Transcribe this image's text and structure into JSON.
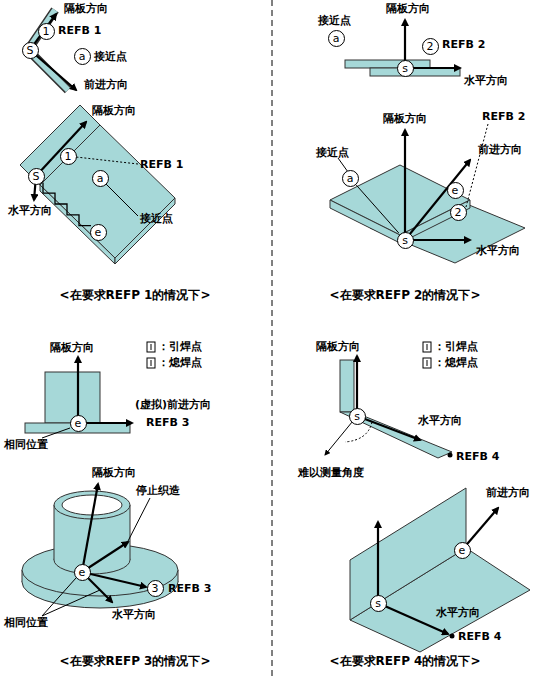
{
  "diagram": {
    "nodes": [
      {
        "text": [
          "S"
        ]
      },
      {
        "text": [
          "1"
        ]
      },
      {
        "text": [
          "a"
        ]
      },
      {
        "text": [
          "S"
        ]
      },
      {
        "text": [
          "1"
        ]
      },
      {
        "text": [
          "a"
        ]
      },
      {
        "text": [
          "e"
        ]
      },
      {
        "text": [
          "a"
        ]
      },
      {
        "text": [
          "s"
        ]
      },
      {
        "text": [
          "2"
        ]
      },
      {
        "text": [
          "a"
        ]
      },
      {
        "text": [
          "e"
        ]
      },
      {
        "text": [
          "2"
        ]
      },
      {
        "text": [
          "s"
        ]
      },
      {
        "text": [
          "e"
        ]
      },
      {
        "text": [
          "e"
        ]
      },
      {
        "text": [
          "3"
        ]
      },
      {
        "text": [
          "s"
        ]
      },
      {
        "text": [
          "e"
        ]
      },
      {
        "text": [
          "s"
        ]
      }
    ],
    "edges": [
      {
        "from": 3,
        "to": 6,
        "arrow": "none"
      },
      {
        "from": 10,
        "to": 13,
        "arrow": "none"
      }
    ],
    "labels": [
      "隔板方向",
      "REFB 1",
      "接近点",
      "前进方向",
      "隔板方向",
      "REFB 1",
      "接近点",
      "水平方向",
      "<在要求REFP 1的情况下>",
      "接近点",
      "隔板方向",
      "REFB 2",
      "水平方向",
      "隔板方向",
      "REFB 2",
      "接近点",
      "前进方向",
      "水平方向",
      "<在要求REFP 2的情况下>",
      "隔板方向",
      "(虚拟)前进方向",
      "REFB 3",
      "相同位置",
      "隔板方向",
      "停止织造",
      "REFB 3",
      "水平方向",
      "相同位置",
      "<在要求REFP 3的情况下>",
      "隔板方向",
      "水平方向",
      "难以测量角度",
      "REFB 4",
      "前进方向",
      "水平方向",
      "REFB 4",
      "<在要求REFP 4的情况下>"
    ],
    "legend": [
      {
        "text": "：引焊点"
      },
      {
        "text": "：熄焊点"
      },
      {
        "text": "：引焊点"
      },
      {
        "text": "：熄焊点"
      }
    ]
  }
}
